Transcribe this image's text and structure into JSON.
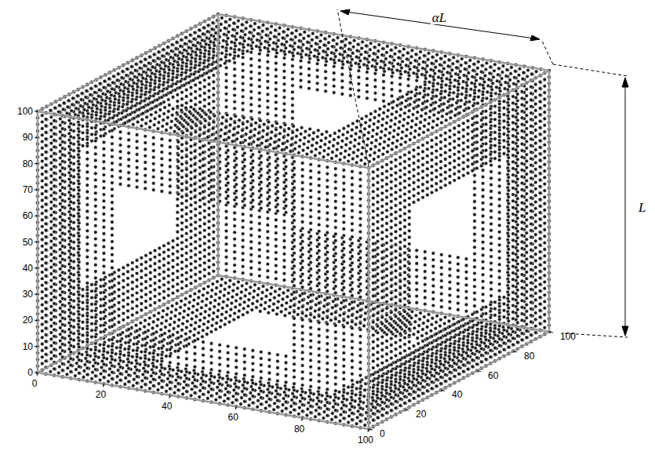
{
  "diagram": {
    "labels": [
      "0",
      "10",
      "20",
      "30",
      "40",
      "50",
      "60",
      "70",
      "80",
      "90",
      "100",
      "0",
      "20",
      "40",
      "60",
      "80",
      "100",
      "0",
      "20",
      "40",
      "60",
      "80",
      "100",
      "αL",
      "L"
    ]
  }
}
